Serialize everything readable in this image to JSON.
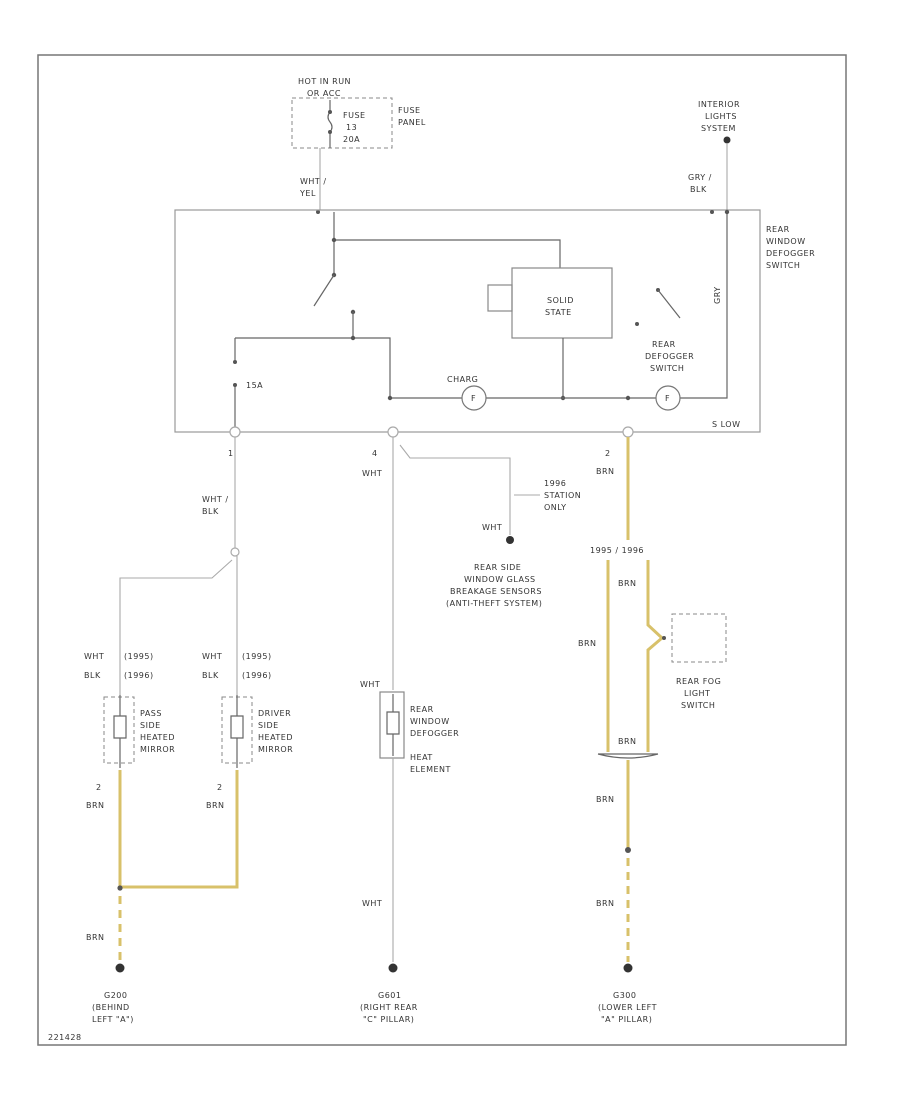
{
  "power": {
    "line1": "HOT IN RUN",
    "line2": "OR ACC",
    "fuse_label1": "FUSE",
    "fuse_label2": "13",
    "fuse_label3": "20A",
    "panel1": "FUSE",
    "panel2": "PANEL"
  },
  "interior": {
    "line1": "INTERIOR",
    "line2": "LIGHTS",
    "line3": "SYSTEM"
  },
  "wires_top": {
    "wht_yel_1": "WHT /",
    "wht_yel_2": "YEL",
    "gry_blk_1": "GRY /",
    "gry_blk_2": "BLK"
  },
  "switch_assembly": {
    "line1": "REAR",
    "line2": "WINDOW",
    "line3": "DEFOGGER",
    "line4": "SWITCH",
    "solid1": "SOLID",
    "solid2": "STATE",
    "defog1": "REAR",
    "defog2": "DEFOGGER",
    "defog3": "SWITCH",
    "lamp_label": "CHARG",
    "lamp_letter": "F",
    "lamp2_letter": "F",
    "relay": "15A",
    "code": "S LOW",
    "dim_wire": "GRY"
  },
  "pins": {
    "p1": "1",
    "p4": "4",
    "p2": "2"
  },
  "wires_mid": {
    "wht_left": "WHT",
    "wht_blk_1": "WHT /",
    "wht_blk_2": "BLK",
    "brn_right": "BRN",
    "wht_small": "WHT"
  },
  "station_wagon": {
    "line1": "1996",
    "line2": "STATION",
    "line3": "ONLY"
  },
  "sensors": {
    "line1": "REAR SIDE",
    "line2": "WINDOW GLASS",
    "line3": "BREAKAGE SENSORS",
    "line4": "(ANTI-THEFT SYSTEM)"
  },
  "years": {
    "label": "1995 / 1996"
  },
  "fog": {
    "brn1": "BRN",
    "brn2": "BRN",
    "brn3": "BRN",
    "line1": "REAR FOG",
    "line2": "LIGHT",
    "line3": "SWITCH"
  },
  "mirrors": {
    "pass_wire1": "WHT",
    "pass_note1": "(1995)",
    "pass_wire2": "BLK",
    "pass_note2": "(1996)",
    "drv_wire1": "WHT",
    "drv_note1": "(1995)",
    "drv_wire2": "BLK",
    "drv_note2": "(1996)",
    "pass1": "PASS",
    "pass2": "SIDE",
    "pass3": "HEATED",
    "pass4": "MIRROR",
    "drv1": "DRIVER",
    "drv2": "SIDE",
    "drv3": "HEATED",
    "drv4": "MIRROR",
    "pin_pass": "2",
    "pin_drv": "2",
    "brn_pass": "BRN",
    "brn_drv": "BRN"
  },
  "heater": {
    "wire": "WHT",
    "line1": "REAR",
    "line2": "WINDOW",
    "line3": "DEFOGGER",
    "line4": "HEAT",
    "line5": "ELEMENT"
  },
  "lower_wires": {
    "brn_left": "BRN",
    "wht_center": "WHT",
    "brn_right1": "BRN",
    "brn_right2": "BRN"
  },
  "grounds": {
    "g1_1": "G200",
    "g1_2": "(BEHIND",
    "g1_3": "LEFT \"A\")",
    "g2_1": "G601",
    "g2_2": "(RIGHT REAR",
    "g2_3": "\"C\" PILLAR)",
    "g3_1": "G300",
    "g3_2": "(LOWER LEFT",
    "g3_3": "\"A\" PILLAR)"
  },
  "footer": {
    "id": "221428"
  }
}
